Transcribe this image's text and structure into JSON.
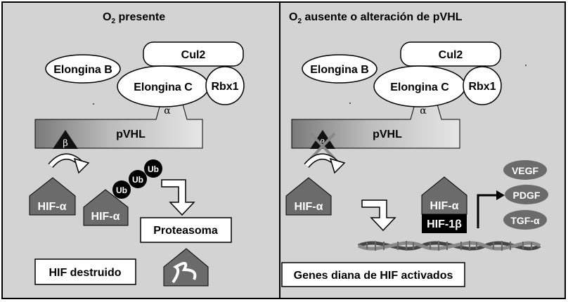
{
  "left_panel": {
    "title_o": "O",
    "title_sub": "2",
    "title_rest": " presente",
    "elongin_b": "Elongina B",
    "elongin_c": "Elongina C",
    "cul2": "Cul2",
    "rbx1": "Rbx1",
    "alpha": "α",
    "pvhl": "pVHL",
    "beta": "β",
    "hif_a_1": "HIF-α",
    "hif_a_2": "HIF-α",
    "ub1": "Ub",
    "ub2": "Ub",
    "ub3": "Ub",
    "proteasome": "Proteasoma",
    "hif_destroyed": "HIF destruido"
  },
  "right_panel": {
    "title_o": "O",
    "title_sub": "2",
    "title_rest": " ausente o alteración de pVHL",
    "elongin_b": "Elongina B",
    "elongin_c": "Elongina C",
    "cul2": "Cul2",
    "rbx1": "Rbx1",
    "alpha": "α",
    "pvhl": "pVHL",
    "beta": "β",
    "hif_a_1": "HIF-α",
    "hif_a_2": "HIF-α",
    "hif_1b": "HIF-1β",
    "vegf": "VEGF",
    "pdgf": "PDGF",
    "tgf": "TGF-α",
    "genes_activated": "Genes diana de HIF activados"
  },
  "colors": {
    "panel_bg": "#d3d3d3",
    "dark_gray": "#6b6b6b",
    "black": "#000000",
    "white": "#ffffff"
  }
}
